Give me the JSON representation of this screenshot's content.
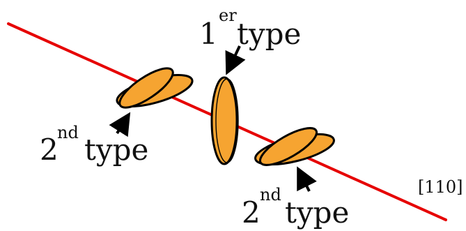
{
  "diagram": {
    "axis_label": "[110]",
    "labels": [
      {
        "number": "1",
        "suffix": "er",
        "word": "type"
      },
      {
        "number": "2",
        "suffix": "nd",
        "word": "type"
      },
      {
        "number": "2",
        "suffix": "nd",
        "word": "type"
      }
    ]
  },
  "colors": {
    "line": "#e60000",
    "fill": "#f6a431",
    "stroke": "#000000"
  }
}
